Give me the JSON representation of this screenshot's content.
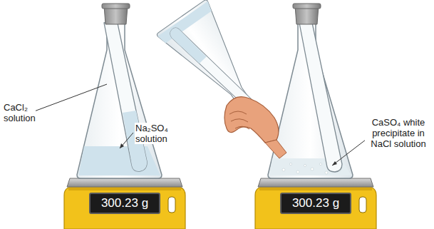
{
  "diagram": {
    "nodes": [
      {
        "text": [
          "300.23 g"
        ]
      },
      {
        "text": [
          "300.23 g"
        ]
      }
    ],
    "labels": [
      "CaCl₂ solution",
      "Na₂SO₄ solution",
      "CaSO₄ white precipitate in NaCl solution"
    ]
  }
}
